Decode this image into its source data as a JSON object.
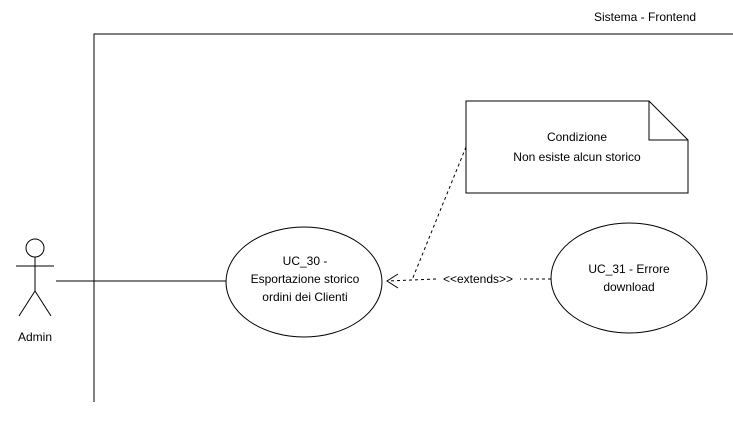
{
  "system": {
    "title": "Sistema - Frontend"
  },
  "actor": {
    "label": "Admin"
  },
  "use_cases": [
    {
      "id": "uc30",
      "lines": [
        "UC_30 -",
        "Esportazione storico",
        "ordini dei Clienti"
      ]
    },
    {
      "id": "uc31",
      "lines": [
        "UC_31 - Errore",
        "download"
      ]
    }
  ],
  "note": {
    "lines": [
      "Condizione",
      "Non esiste alcun storico"
    ]
  },
  "relation": {
    "label": "<<extends>>"
  }
}
